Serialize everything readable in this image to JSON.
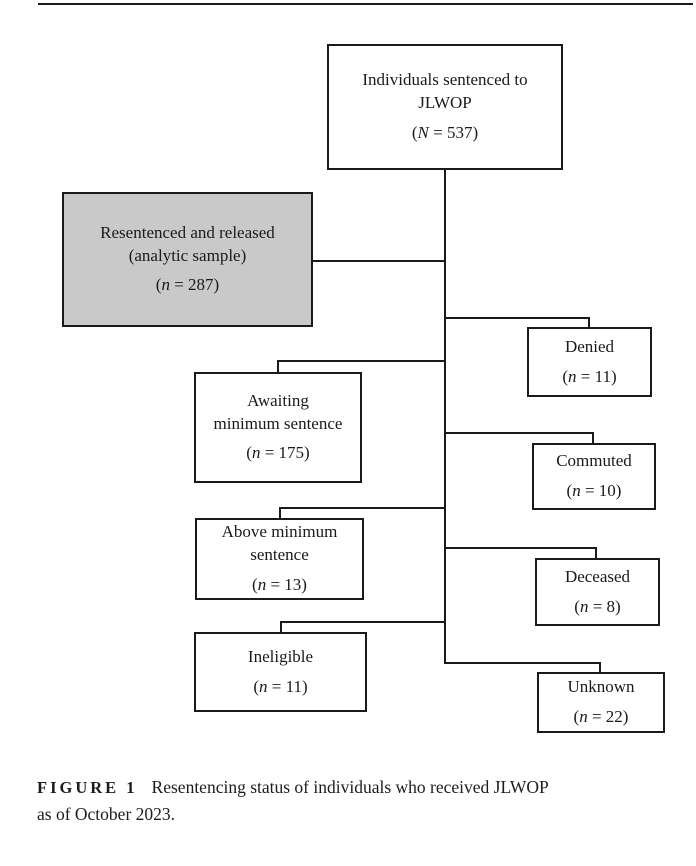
{
  "colors": {
    "line": "#1a1a1a",
    "node_fill": "#ffffff",
    "highlight_fill": "#c9c9c9",
    "text": "#1a1a1a",
    "page_bg": "#ffffff"
  },
  "figure": {
    "nodes": {
      "total": {
        "lines": [
          "Individuals sentenced to",
          "JLWOP"
        ],
        "n_open": "(",
        "n_var": "N",
        "n_rest": " = 537)"
      },
      "released": {
        "lines": [
          "Resentenced and released",
          "(analytic sample)"
        ],
        "n_open": "(",
        "n_var": "n",
        "n_rest": " = 287)"
      },
      "denied": {
        "lines": [
          "Denied"
        ],
        "n_open": "(",
        "n_var": "n",
        "n_rest": " = 11)"
      },
      "awaiting": {
        "lines": [
          "Awaiting",
          "minimum sentence"
        ],
        "n_open": "(",
        "n_var": "n",
        "n_rest": " = 175)"
      },
      "commuted": {
        "lines": [
          "Commuted"
        ],
        "n_open": "(",
        "n_var": "n",
        "n_rest": " = 10)"
      },
      "above": {
        "lines": [
          "Above minimum",
          "sentence"
        ],
        "n_open": "(",
        "n_var": "n",
        "n_rest": " = 13)"
      },
      "deceased": {
        "lines": [
          "Deceased"
        ],
        "n_open": "(",
        "n_var": "n",
        "n_rest": " = 8)"
      },
      "ineligible": {
        "lines": [
          "Ineligible"
        ],
        "n_open": "(",
        "n_var": "n",
        "n_rest": " = 11)"
      },
      "unknown": {
        "lines": [
          "Unknown"
        ],
        "n_open": "(",
        "n_var": "n",
        "n_rest": " = 22)"
      }
    }
  },
  "caption": {
    "label": "FIGURE 1",
    "lines": [
      "Resentencing status of individuals who received JLWOP",
      "as of October 2023."
    ]
  }
}
